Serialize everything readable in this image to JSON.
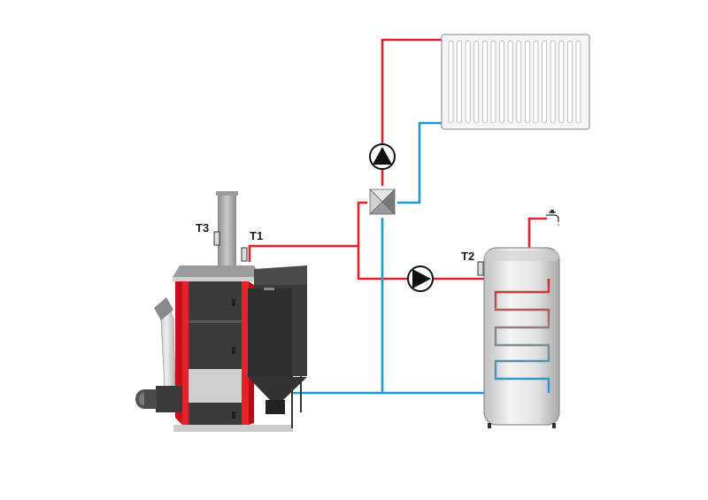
{
  "labels": {
    "t1": "T1",
    "t2": "T2",
    "t3": "T3"
  },
  "colors": {
    "hot_pipe": "#e0202a",
    "cold_pipe": "#1b9ad6",
    "boiler_red": "#d9161f",
    "boiler_body": "#3a3a3a",
    "tank_body": "#dedede",
    "radiator": "#f2f2f2"
  },
  "icons": {
    "pump_heating": "pump-up-icon",
    "pump_tank": "pump-right-icon",
    "valve": "four-way-mixing-valve-icon",
    "tap": "tap-icon"
  }
}
